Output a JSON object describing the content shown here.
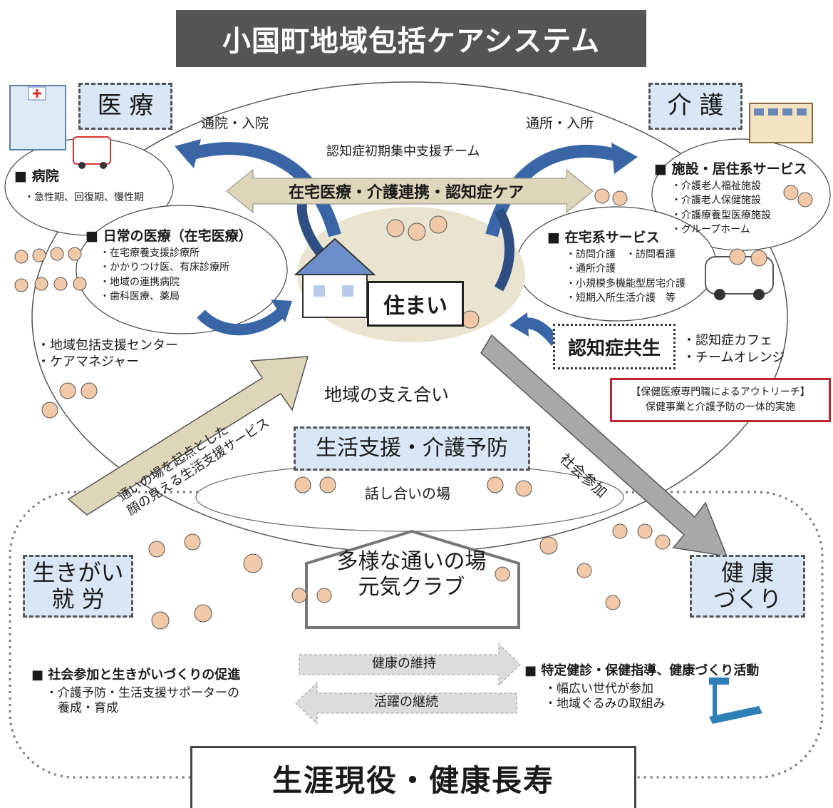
{
  "title": "小国町地域包括ケアシステム",
  "categories": {
    "iryo": "医 療",
    "kaigo": "介 護",
    "seikatsu": "生活支援・介護予防",
    "ikigai_line1": "生きがい",
    "ikigai_line2": "就 労",
    "kenko_line1": "健 康",
    "kenko_line2": "づくり"
  },
  "flows": {
    "tsuin": "通院・入院",
    "tsusho": "通所・入所",
    "ninchi_team": "認知症初期集中支援チーム",
    "zaitaku_band": "在宅医療・介護連携・認知症ケア",
    "sumai": "住まい",
    "chiiki": "地域の支え合い",
    "shakai": "社会参加",
    "left_arrow_line1": "通いの場を起点とした",
    "left_arrow_line2": "顔の見える生活支援サービス"
  },
  "hospital": {
    "heading": "■ 病院",
    "items": [
      "・急性期、回復期、慢性期"
    ]
  },
  "daily_medical": {
    "heading": "■ 日常の医療（在宅医療）",
    "items": [
      "・在宅療養支援診療所",
      "・かかりつけ医、有床診療所",
      "・地域の連携病院",
      "・歯科医療、薬局"
    ]
  },
  "support_center": {
    "items": [
      "・地域包括支援センター",
      "・ケアマネジャー"
    ]
  },
  "facility": {
    "heading": "■ 施設・居住系サービス",
    "items": [
      "・介護老人福祉施設",
      "・介護老人保健施設",
      "・介護療養型医療施設",
      "・グループホーム"
    ]
  },
  "home_service": {
    "heading": "■ 在宅系サービス",
    "items": [
      "・訪問介護　・訪問看護",
      "・通所介護",
      "・小規模多機能型居宅介護",
      "・短期入所生活介護　等"
    ]
  },
  "dementia": {
    "label": "認知症共生",
    "items": [
      "・認知症カフェ",
      "・チームオレンジ"
    ]
  },
  "outreach": {
    "line1": "【保健医療専門職によるアウトリーチ】",
    "line2": "保健事業と介護予防の一体的実施"
  },
  "meeting": "話し合いの場",
  "kayoi": {
    "line1": "多様な通いの場",
    "line2": "元気クラブ"
  },
  "maintain": "健康の維持",
  "continue": "活躍の継続",
  "social": {
    "heading": "■ 社会参加と生きがいづくりの促進",
    "items": [
      "・介護予防・生活支援サポーターの",
      "　養成・育成"
    ]
  },
  "health": {
    "heading": "■ 特定健診・保健指導、健康づくり活動",
    "items": [
      "・幅広い世代が参加",
      "・地域ぐるみの取組み"
    ]
  },
  "footer": "生涯現役・健康長寿",
  "colors": {
    "title_bg": "#555555",
    "category_bg": "#d9e6f5",
    "blue_arrow": "#3a66a8",
    "band_tan": "#ddd6b8",
    "center_ellipse": "#e8e4cf",
    "outreach_border": "#c0262d",
    "gray_arrow": "#a8a8a8"
  }
}
